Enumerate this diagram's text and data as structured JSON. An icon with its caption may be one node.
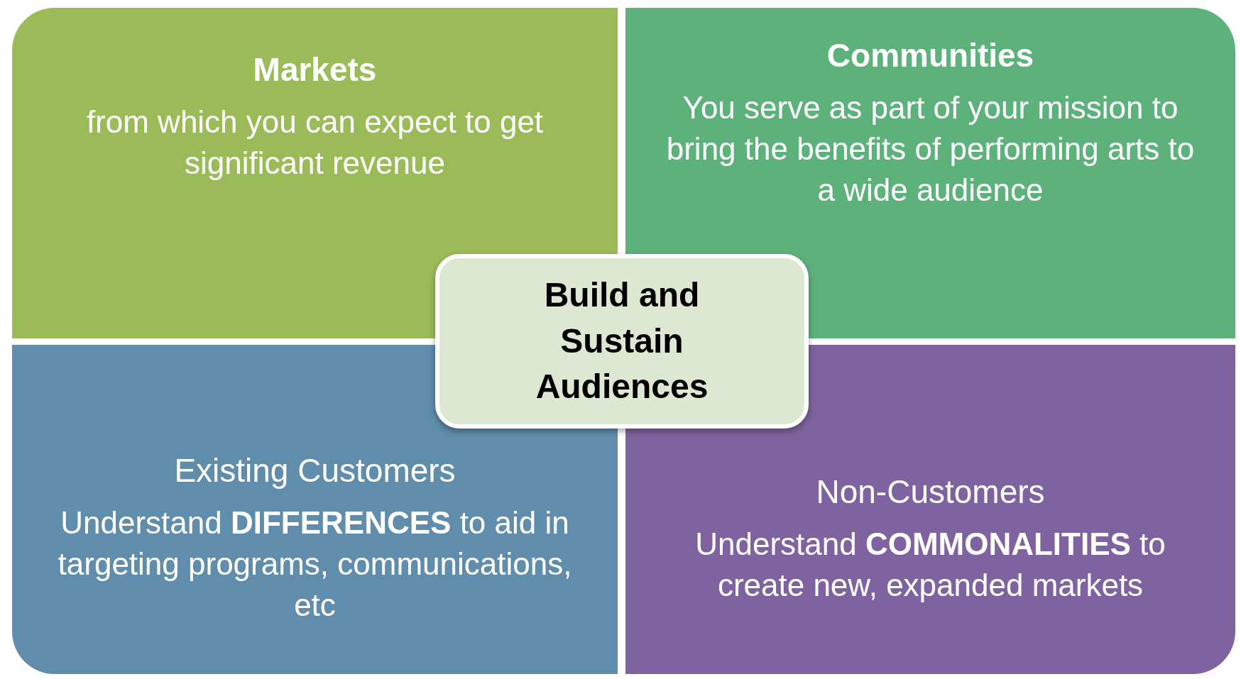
{
  "diagram": {
    "nodes": [
      {
        "text": [
          "Markets",
          "from which you can expect to get significant revenue"
        ]
      },
      {
        "text": [
          "Communities",
          "You serve as part of your mission to bring the benefits of performing arts to a wide audience"
        ]
      },
      {
        "text": [
          "Build and Sustain Audiences"
        ]
      },
      {
        "text": [
          "Existing Customers",
          "Understand **DIFFERENCES** to aid in targeting  programs, communications, etc"
        ]
      },
      {
        "text": [
          "Non-Customers",
          "Understand **COMMONALITIES** to create new, expanded markets"
        ]
      }
    ]
  }
}
